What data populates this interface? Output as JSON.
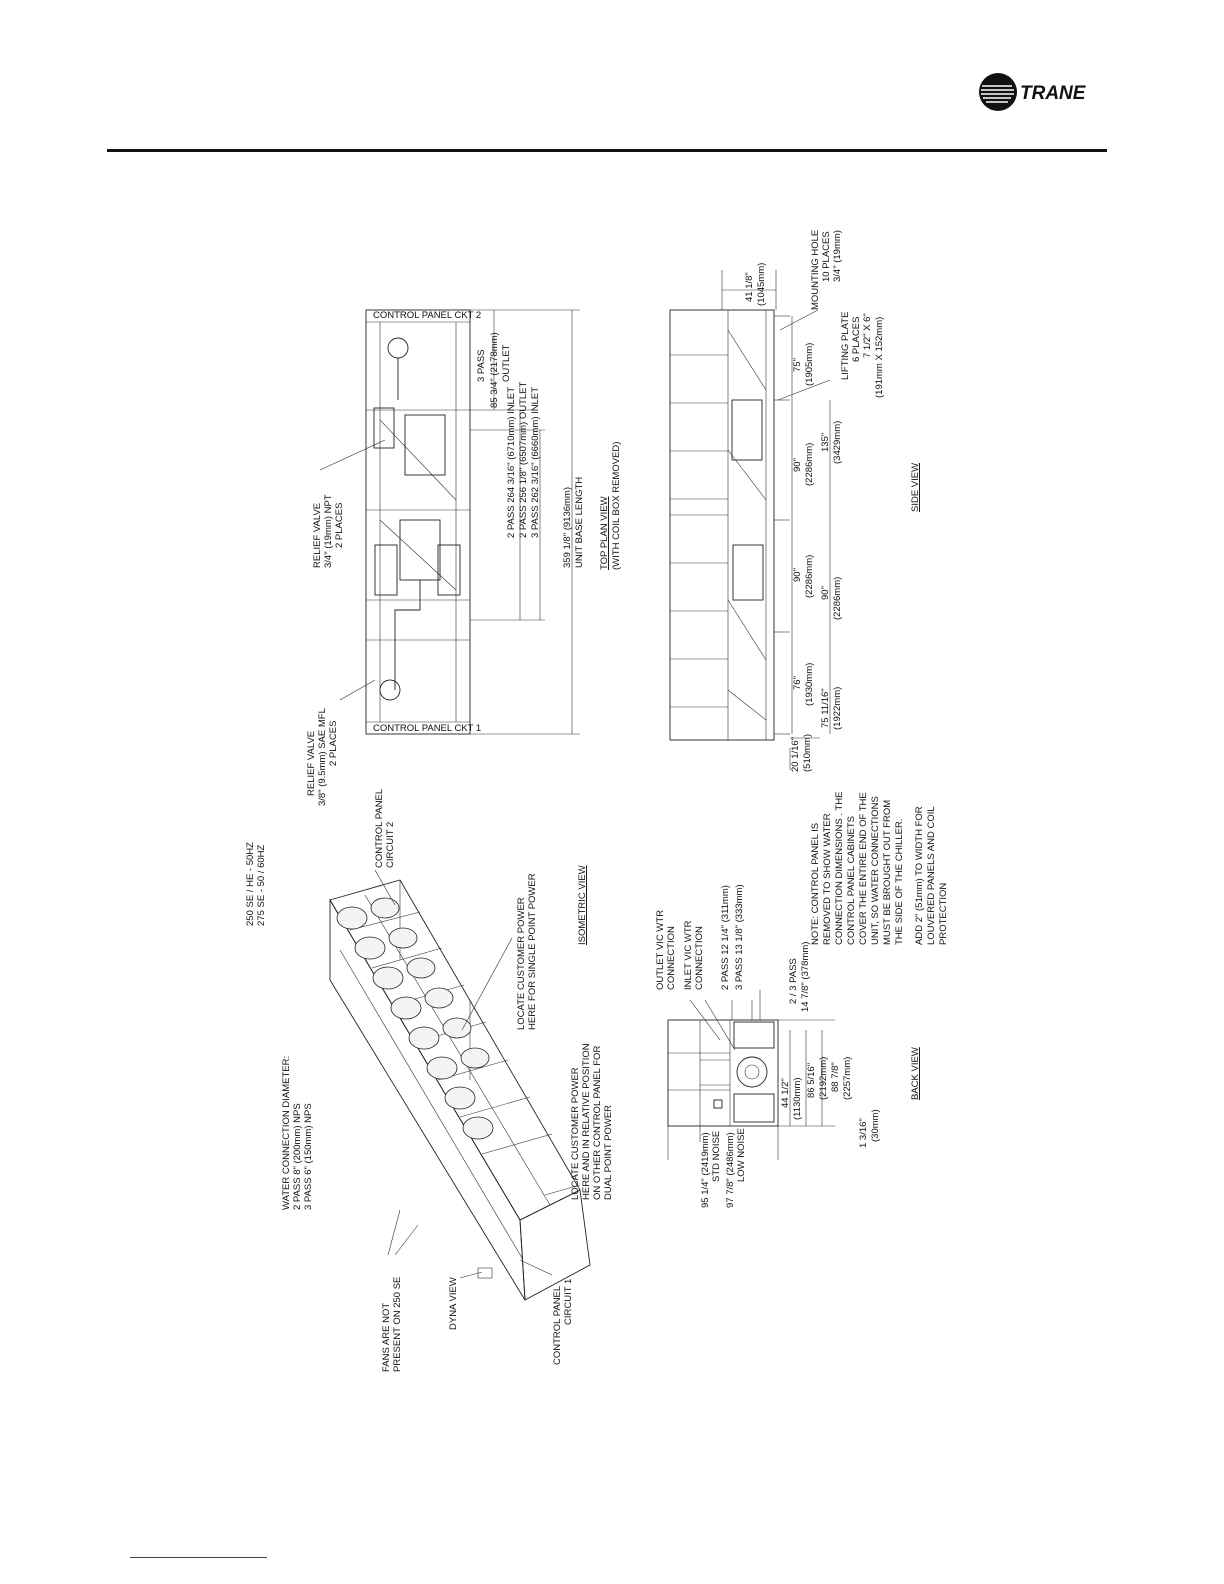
{
  "brand": {
    "name": "TRANE"
  },
  "isometric": {
    "water_conn_title": "WATER CONNECTION DIAMETER:",
    "water_conn_2pass": "2 PASS 8\" (200mm) NPS",
    "water_conn_3pass": "3 PASS 6\" (150mm) NPS",
    "models_line1": "250 SE / HE - 50HZ",
    "models_line2": "275 SE - 50 / 60HZ",
    "fans_note_line1": "FANS ARE NOT",
    "fans_note_line2": "PRESENT ON 250 SE",
    "dyna_view": "DYNA VIEW",
    "cp1_line1": "CONTROL PANEL",
    "cp1_line2": "CIRCUIT 1",
    "cp2_line1": "CONTROL PANEL",
    "cp2_line2": "CIRCUIT 2",
    "single_power_line1": "LOCATE CUSTOMER POWER",
    "single_power_line2": "HERE FOR SINGLE POINT POWER",
    "dual_power_line1": "LOCATE CUSTOMER POWER",
    "dual_power_line2": "HERE AND IN RELATIVE POSITION",
    "dual_power_line3": "ON OTHER CONTROL PANEL FOR",
    "dual_power_line4": "DUAL POINT POWER",
    "view_title": "ISOMETRIC VIEW"
  },
  "top_plan": {
    "cp_ckt2": "CONTROL PANEL CKT 2",
    "cp_ckt1": "CONTROL PANEL CKT 1",
    "relief_npt_line1": "RELIEF VALVE",
    "relief_npt_line2": "3/4\" (19mm) NPT",
    "relief_npt_line3": "2 PLACES",
    "relief_sae_line1": "RELIEF VALVE",
    "relief_sae_line2": "3/8\" (9.5mm) SAE MFL",
    "relief_sae_line3": "2 PLACES",
    "pass3_outlet_line1": "3 PASS",
    "pass3_outlet_line2": "85 3/4\" (2178mm)",
    "pass3_outlet_line3": "OUTLET",
    "dim_2pass_inlet": "2 PASS 264 3/16\" (6710mm) INLET",
    "dim_2pass_outlet": "2 PASS 256 1/8\" (6507mm) OUTLET",
    "dim_3pass_inlet": "3 PASS 262 3/16\" (6660mm) INLET",
    "base_length_line1": "359 1/8\" (9136mm)",
    "base_length_line2": "UNIT BASE LENGTH",
    "view_title": "TOP PLAN VIEW",
    "view_subtitle": "(WITH COIL BOX REMOVED)"
  },
  "side": {
    "mounting_line1": "MOUNTING HOLE",
    "mounting_line2": "10 PLACES",
    "mounting_line3": "3/4\" (19mm)",
    "lifting_line1": "LIFTING PLATE",
    "lifting_line2": "6 PLACES",
    "lifting_line3": "7 1/2\" X 6\"",
    "lifting_line4": "(191mm X 152mm)",
    "width_line1": "41 1/8\"",
    "width_line2": "(1045mm)",
    "d75": "75\"",
    "d75mm": "(1905mm)",
    "d90a": "90\"",
    "d90amm": "(2286mm)",
    "d135": "135\"",
    "d135mm": "(3429mm)",
    "d90b": "90\"",
    "d90bmm": "(2286mm)",
    "d90c": "90\"",
    "d90cmm": "(2286mm)",
    "d76": "76\"",
    "d76mm": "(1930mm)",
    "d75b": "75 11/16\"",
    "d75bmm": "(1922mm)",
    "d20": "20 1/16\"",
    "d20mm": "(510mm)",
    "view_title": "SIDE VIEW"
  },
  "back": {
    "outlet_line1": "OUTLET VIC WTR",
    "outlet_line2": "CONNECTION",
    "inlet_line1": "INLET VIC WTR",
    "inlet_line2": "CONNECTION",
    "pass2_dim": "2 PASS 12 1/4\" (311mm)",
    "pass3_dim": "3 PASS 13 1/8\" (333mm)",
    "pass23_line1": "2 / 3 PASS",
    "pass23_line2": "14 7/8\" (378mm)",
    "height_std_line1": "95 1/4\" (2419mm)",
    "height_std_line2": "STD NOISE",
    "height_low_line1": "97 7/8\" (2486mm)",
    "height_low_line2": "LOW NOISE",
    "d44": "44 1/2\"",
    "d44mm": "(1130mm)",
    "d86": "86 5/16\"",
    "d86mm": "(2192mm)",
    "d88": "88 7/8\"",
    "d88mm": "(2257mm)",
    "d1": "1 3/16\"",
    "d1mm": "(30mm)",
    "view_title": "BACK VIEW"
  },
  "notes": {
    "note1": [
      "NOTE: CONTROL PANEL IS",
      "REMOVED TO SHOW WATER",
      "CONNECTION DIMENSIONS . THE",
      "CONTROL PANEL CABINETS",
      "COVER THE ENTIRE END OF THE",
      "UNIT, SO WATER CONNECTIONS",
      "MUST BE BROUGHT OUT FROM",
      "THE SIDE OF THE CHILLER."
    ],
    "note2": [
      "ADD 2\" (51mm) TO WIDTH FOR",
      "LOUVERED PANELS AND COIL",
      "PROTECTION"
    ]
  }
}
